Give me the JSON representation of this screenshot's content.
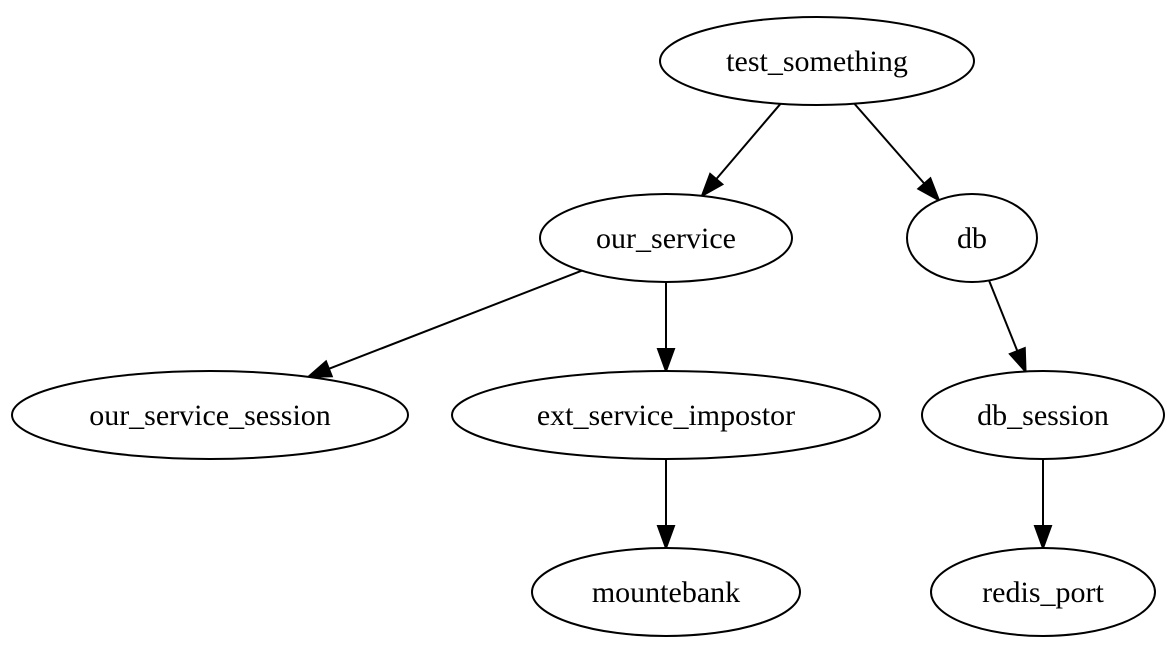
{
  "diagram": {
    "type": "directed-graph",
    "nodes": [
      {
        "id": "test_something",
        "label": "test_something"
      },
      {
        "id": "our_service",
        "label": "our_service"
      },
      {
        "id": "db",
        "label": "db"
      },
      {
        "id": "our_service_session",
        "label": "our_service_session"
      },
      {
        "id": "ext_service_impostor",
        "label": "ext_service_impostor"
      },
      {
        "id": "db_session",
        "label": "db_session"
      },
      {
        "id": "mountebank",
        "label": "mountebank"
      },
      {
        "id": "redis_port",
        "label": "redis_port"
      }
    ],
    "edges": [
      {
        "from": "test_something",
        "to": "our_service"
      },
      {
        "from": "test_something",
        "to": "db"
      },
      {
        "from": "our_service",
        "to": "our_service_session"
      },
      {
        "from": "our_service",
        "to": "ext_service_impostor"
      },
      {
        "from": "db",
        "to": "db_session"
      },
      {
        "from": "ext_service_impostor",
        "to": "mountebank"
      },
      {
        "from": "db_session",
        "to": "redis_port"
      }
    ]
  }
}
